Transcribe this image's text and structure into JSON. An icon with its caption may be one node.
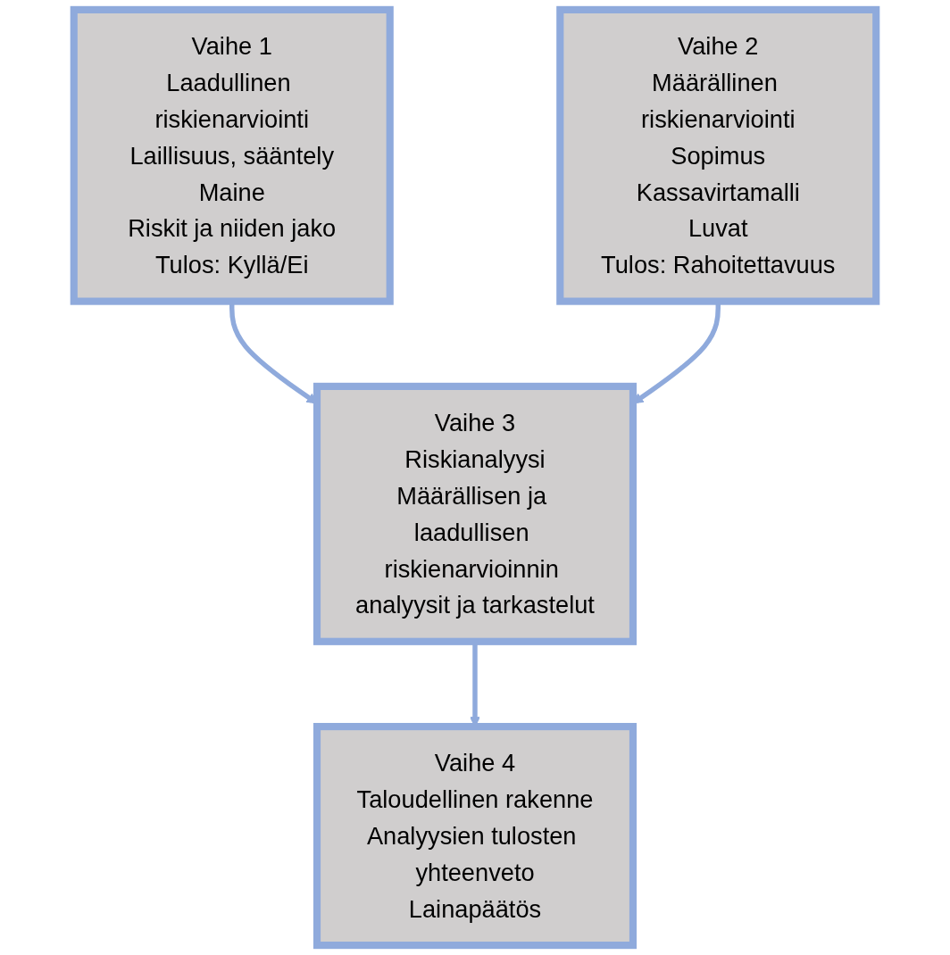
{
  "diagram": {
    "nodes": [
      {
        "text": [
          "Vaihe 1",
          "Laadullinen riskienarviointi",
          "Laillisuus, sääntely",
          "Maine",
          "Riskit ja niiden jako",
          "Tulos: Kyllä/Ei"
        ]
      },
      {
        "text": [
          "Vaihe 2",
          "Määrällinen riskienarviointi",
          "Sopimus",
          "Kassavirtamalli",
          "Luvat",
          "Tulos: Rahoitettavuus"
        ]
      },
      {
        "text": [
          "Vaihe 3",
          "Riskianalyysi",
          "Määrällisen ja laadullisen riskienarvioinnin analyysit ja tarkastelut"
        ]
      },
      {
        "text": [
          "Vaihe 4",
          "Taloudellinen rakenne",
          "Analyysien tulosten yhteenveto",
          "Lainapäätös"
        ]
      }
    ],
    "edges": [
      {
        "from": 0,
        "to": 2,
        "arrow": "to"
      },
      {
        "from": 1,
        "to": 2,
        "arrow": "to"
      },
      {
        "from": 2,
        "to": 3,
        "arrow": "to"
      }
    ]
  }
}
